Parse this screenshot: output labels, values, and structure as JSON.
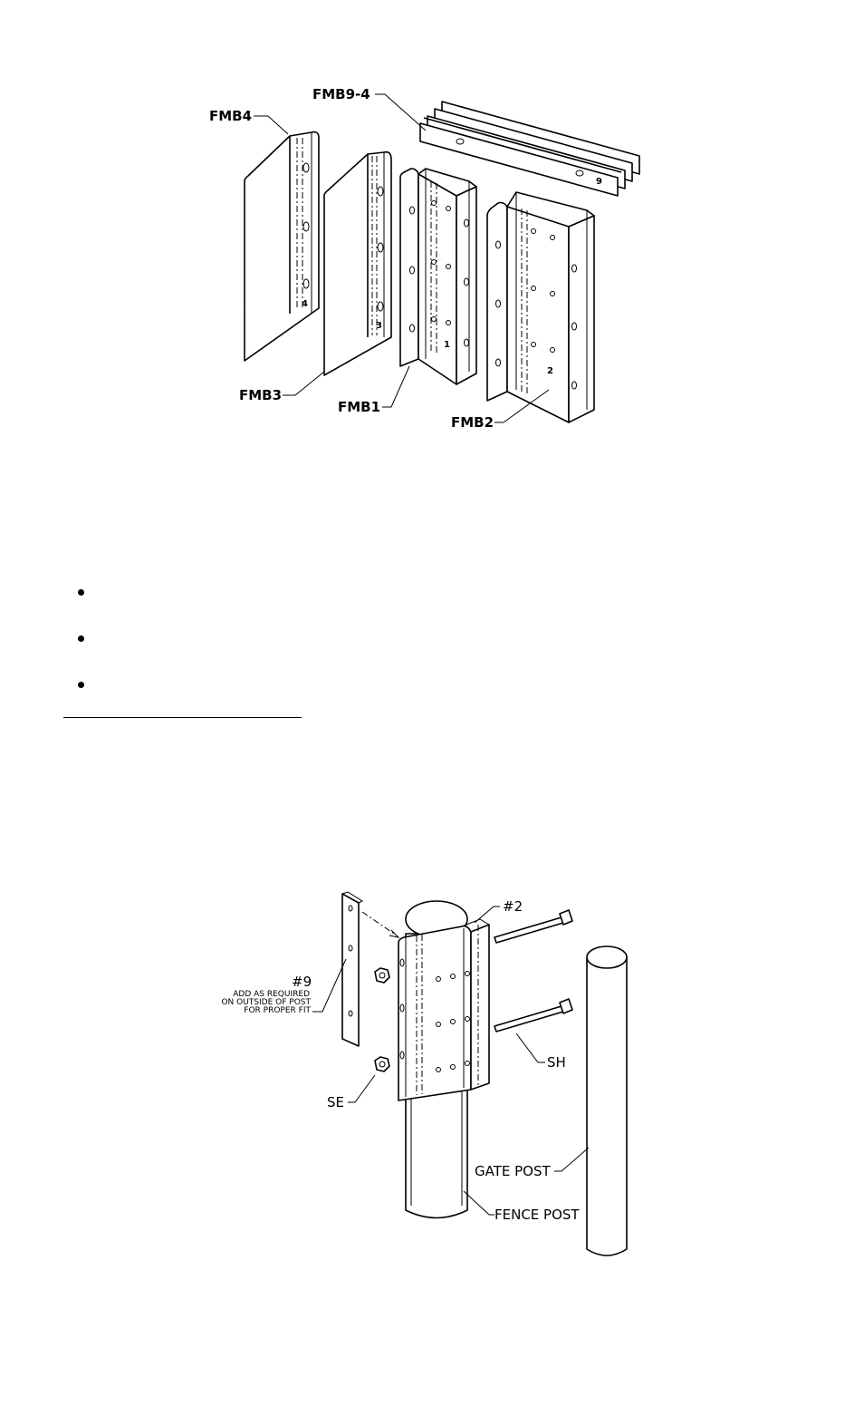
{
  "top_diagram": {
    "labels": {
      "fmb9_4": "FMB9-4",
      "fmb4": "FMB4",
      "fmb3": "FMB3",
      "fmb1": "FMB1",
      "fmb2": "FMB2"
    },
    "part_marks": {
      "fmb4": "4",
      "fmb3": "3",
      "fmb1": "1",
      "fmb2": "2",
      "fmb9": "9"
    }
  },
  "bullets": [
    "",
    "",
    ""
  ],
  "bottom_diagram": {
    "labels": {
      "bracket": "#2",
      "shim": "#9",
      "shim_note_1": "ADD AS REQUIRED",
      "shim_note_2": "ON OUTSIDE OF POST",
      "shim_note_3": "FOR PROPER FIT",
      "bolt": "SH",
      "nut": "SE",
      "gate_post": "GATE POST",
      "fence_post": "FENCE POST"
    }
  }
}
